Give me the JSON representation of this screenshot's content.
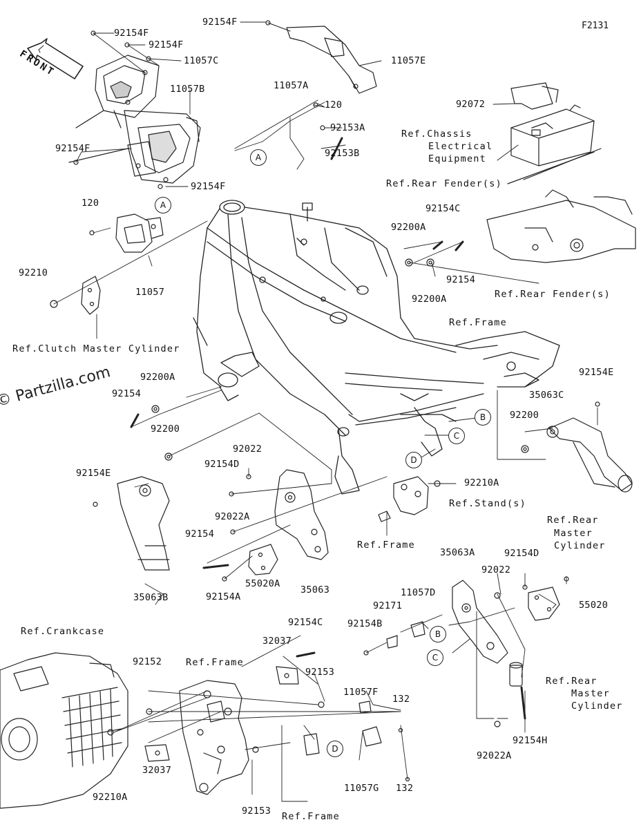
{
  "figure_id": "F2131",
  "watermark": "© Partzilla.com",
  "front_label": "FRONT",
  "labels": {
    "l92154F_a": "92154F",
    "l92154F_b": "92154F",
    "l92154F_c": "92154F",
    "l92154F_d": "92154F",
    "l92154F_e": "92154F",
    "l11057C": "11057C",
    "l11057E": "11057E",
    "l11057B": "11057B",
    "l11057A": "11057A",
    "l120_a": "120",
    "l120_b": "120",
    "l92153A": "92153A",
    "l92153B": "92153B",
    "l92072": "92072",
    "l11057": "11057",
    "l92210": "92210",
    "l92154C_a": "92154C",
    "l92200A_a": "92200A",
    "l92154_a": "92154",
    "l92200A_b": "92200A",
    "l92200A_c": "92200A",
    "l92154_b": "92154",
    "l92200_a": "92200",
    "l92200_b": "92200",
    "l92154E_a": "92154E",
    "l92154E_b": "92154E",
    "l35063C": "35063C",
    "l92022_a": "92022",
    "l92154D_a": "92154D",
    "l92022A_a": "92022A",
    "l92154_c": "92154",
    "l92154A": "92154A",
    "l55020A": "55020A",
    "l35063": "35063",
    "l35063B": "35063B",
    "l92210A_a": "92210A",
    "l35063A": "35063A",
    "l92154D_b": "92154D",
    "l92022_b": "92022",
    "l11057D": "11057D",
    "l92171": "92171",
    "l92154B": "92154B",
    "l55020": "55020",
    "l92154C_b": "92154C",
    "l32037_a": "32037",
    "l92152": "92152",
    "l92153_a": "92153",
    "l11057F": "11057F",
    "l132_a": "132",
    "l132_b": "132",
    "l11057G": "11057G",
    "l92153_b": "92153",
    "l32037_b": "32037",
    "l92210A_b": "92210A",
    "l92154H": "92154H",
    "l92022A_b": "92022A"
  },
  "refs": {
    "chassis_1": "Ref.Chassis",
    "chassis_2": "Electrical",
    "chassis_3": "Equipment",
    "rear_fender_a": "Ref.Rear Fender(s)",
    "rear_fender_b": "Ref.Rear Fender(s)",
    "clutch": "Ref.Clutch Master Cylinder",
    "frame_a": "Ref.Frame",
    "frame_b": "Ref.Frame",
    "frame_c": "Ref.Frame",
    "frame_d": "Ref.Frame",
    "stands": "Ref.Stand(s)",
    "rmc_a_1": "Ref.Rear",
    "rmc_a_2": "Master",
    "rmc_a_3": "Cylinder",
    "rmc_b_1": "Ref.Rear",
    "rmc_b_2": "Master",
    "rmc_b_3": "Cylinder",
    "crankcase": "Ref.Crankcase"
  },
  "callouts": {
    "A1": "A",
    "A2": "A",
    "B1": "B",
    "B2": "B",
    "C1": "C",
    "C2": "C",
    "D1": "D",
    "D2": "D"
  }
}
